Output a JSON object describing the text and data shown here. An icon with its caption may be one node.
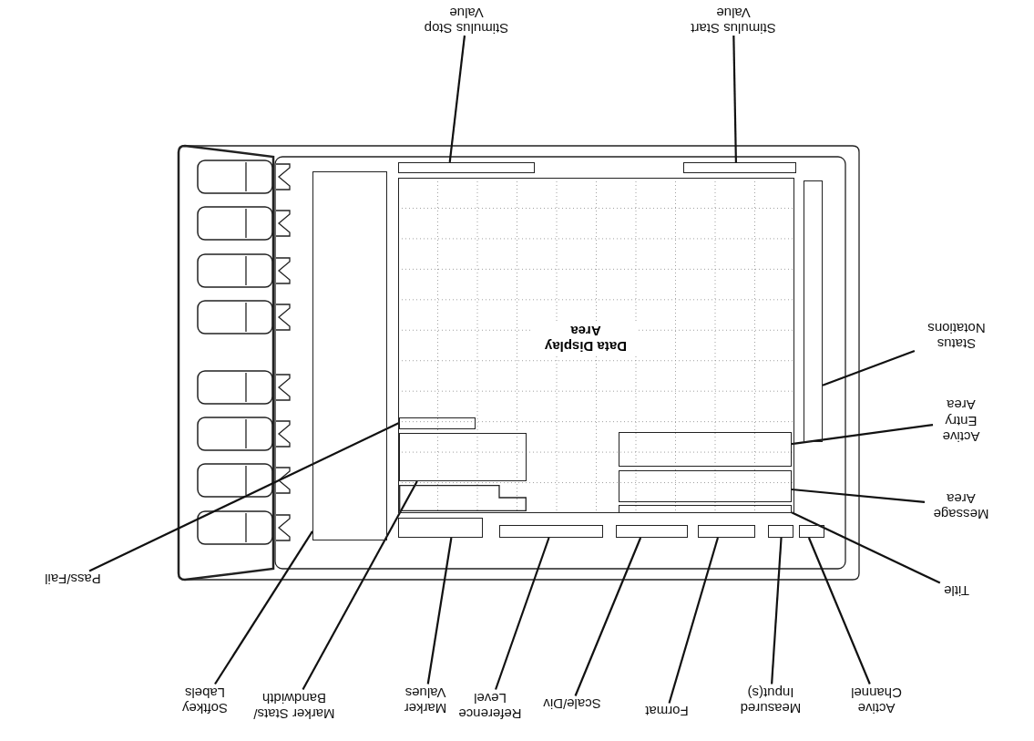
{
  "diagram": {
    "nodes": [
      {
        "text": [
          "Stimulus Stop Value"
        ]
      },
      {
        "text": [
          "Stimulus Start Value"
        ]
      },
      {
        "text": [
          "Status Notations"
        ]
      },
      {
        "text": [
          "Active Entry Area"
        ]
      },
      {
        "text": [
          "Message Area"
        ]
      },
      {
        "text": [
          "Title"
        ]
      },
      {
        "text": [
          "Active Channel"
        ]
      },
      {
        "text": [
          "Measured Input(s)"
        ]
      },
      {
        "text": [
          "Format"
        ]
      },
      {
        "text": [
          "Scale/Div"
        ]
      },
      {
        "text": [
          "Reference Level"
        ]
      },
      {
        "text": [
          "Marker Values"
        ]
      },
      {
        "text": [
          "Marker Stats/ Bandwidth"
        ]
      },
      {
        "text": [
          "Softkey Labels"
        ]
      },
      {
        "text": [
          "Pass/Fail"
        ]
      },
      {
        "text": [
          "Data Display Area"
        ]
      },
      {
        "text": [],
        "shape": "bar"
      },
      {
        "text": [],
        "shape": "bar"
      },
      {
        "text": [],
        "shape": "bar"
      },
      {
        "text": [],
        "shape": "bar",
        "in": 15
      },
      {
        "text": [],
        "shape": "box",
        "in": 15
      },
      {
        "text": [],
        "shape": "box",
        "in": 15
      },
      {
        "text": [],
        "shape": "box",
        "in": 15
      },
      {
        "text": [],
        "shape": "box",
        "in": 15
      },
      {
        "text": [],
        "shape": "bar",
        "in": 15
      },
      {
        "text": [],
        "shape": "bar"
      },
      {
        "text": [],
        "shape": "bar"
      },
      {
        "text": [],
        "shape": "bar"
      },
      {
        "text": [],
        "shape": "bar"
      },
      {
        "text": [],
        "shape": "bar"
      },
      {
        "text": [],
        "shape": "bar"
      },
      {
        "text": [],
        "shape": "bar"
      }
    ],
    "edges": [
      {
        "from": 0,
        "to": 16,
        "arrow": "none"
      },
      {
        "from": 1,
        "to": 17,
        "arrow": "none"
      },
      {
        "from": 2,
        "to": 18,
        "arrow": "none"
      },
      {
        "from": 3,
        "to": 22,
        "arrow": "none"
      },
      {
        "from": 4,
        "to": 23,
        "arrow": "none"
      },
      {
        "from": 5,
        "to": 24,
        "arrow": "none"
      },
      {
        "from": 6,
        "to": 30,
        "arrow": "none"
      },
      {
        "from": 7,
        "to": 29,
        "arrow": "none"
      },
      {
        "from": 8,
        "to": 28,
        "arrow": "none"
      },
      {
        "from": 9,
        "to": 27,
        "arrow": "none"
      },
      {
        "from": 10,
        "to": 26,
        "arrow": "none"
      },
      {
        "from": 11,
        "to": 25,
        "arrow": "none"
      },
      {
        "from": 12,
        "to": 20,
        "arrow": "none"
      },
      {
        "from": 13,
        "to": 31,
        "arrow": "none"
      },
      {
        "from": 14,
        "to": 19,
        "arrow": "none"
      }
    ]
  }
}
